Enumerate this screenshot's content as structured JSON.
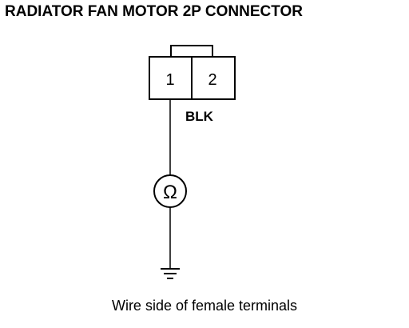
{
  "title": "RADIATOR FAN MOTOR 2P CONNECTOR",
  "connector": {
    "pins": [
      "1",
      "2"
    ]
  },
  "wire": {
    "color_label": "BLK"
  },
  "meter": {
    "symbol": "Ω",
    "icon": "ohmmeter-icon"
  },
  "ground": {
    "icon": "ground-icon"
  },
  "caption": "Wire side of female terminals",
  "colors": {
    "line": "#000000",
    "background": "#ffffff"
  }
}
